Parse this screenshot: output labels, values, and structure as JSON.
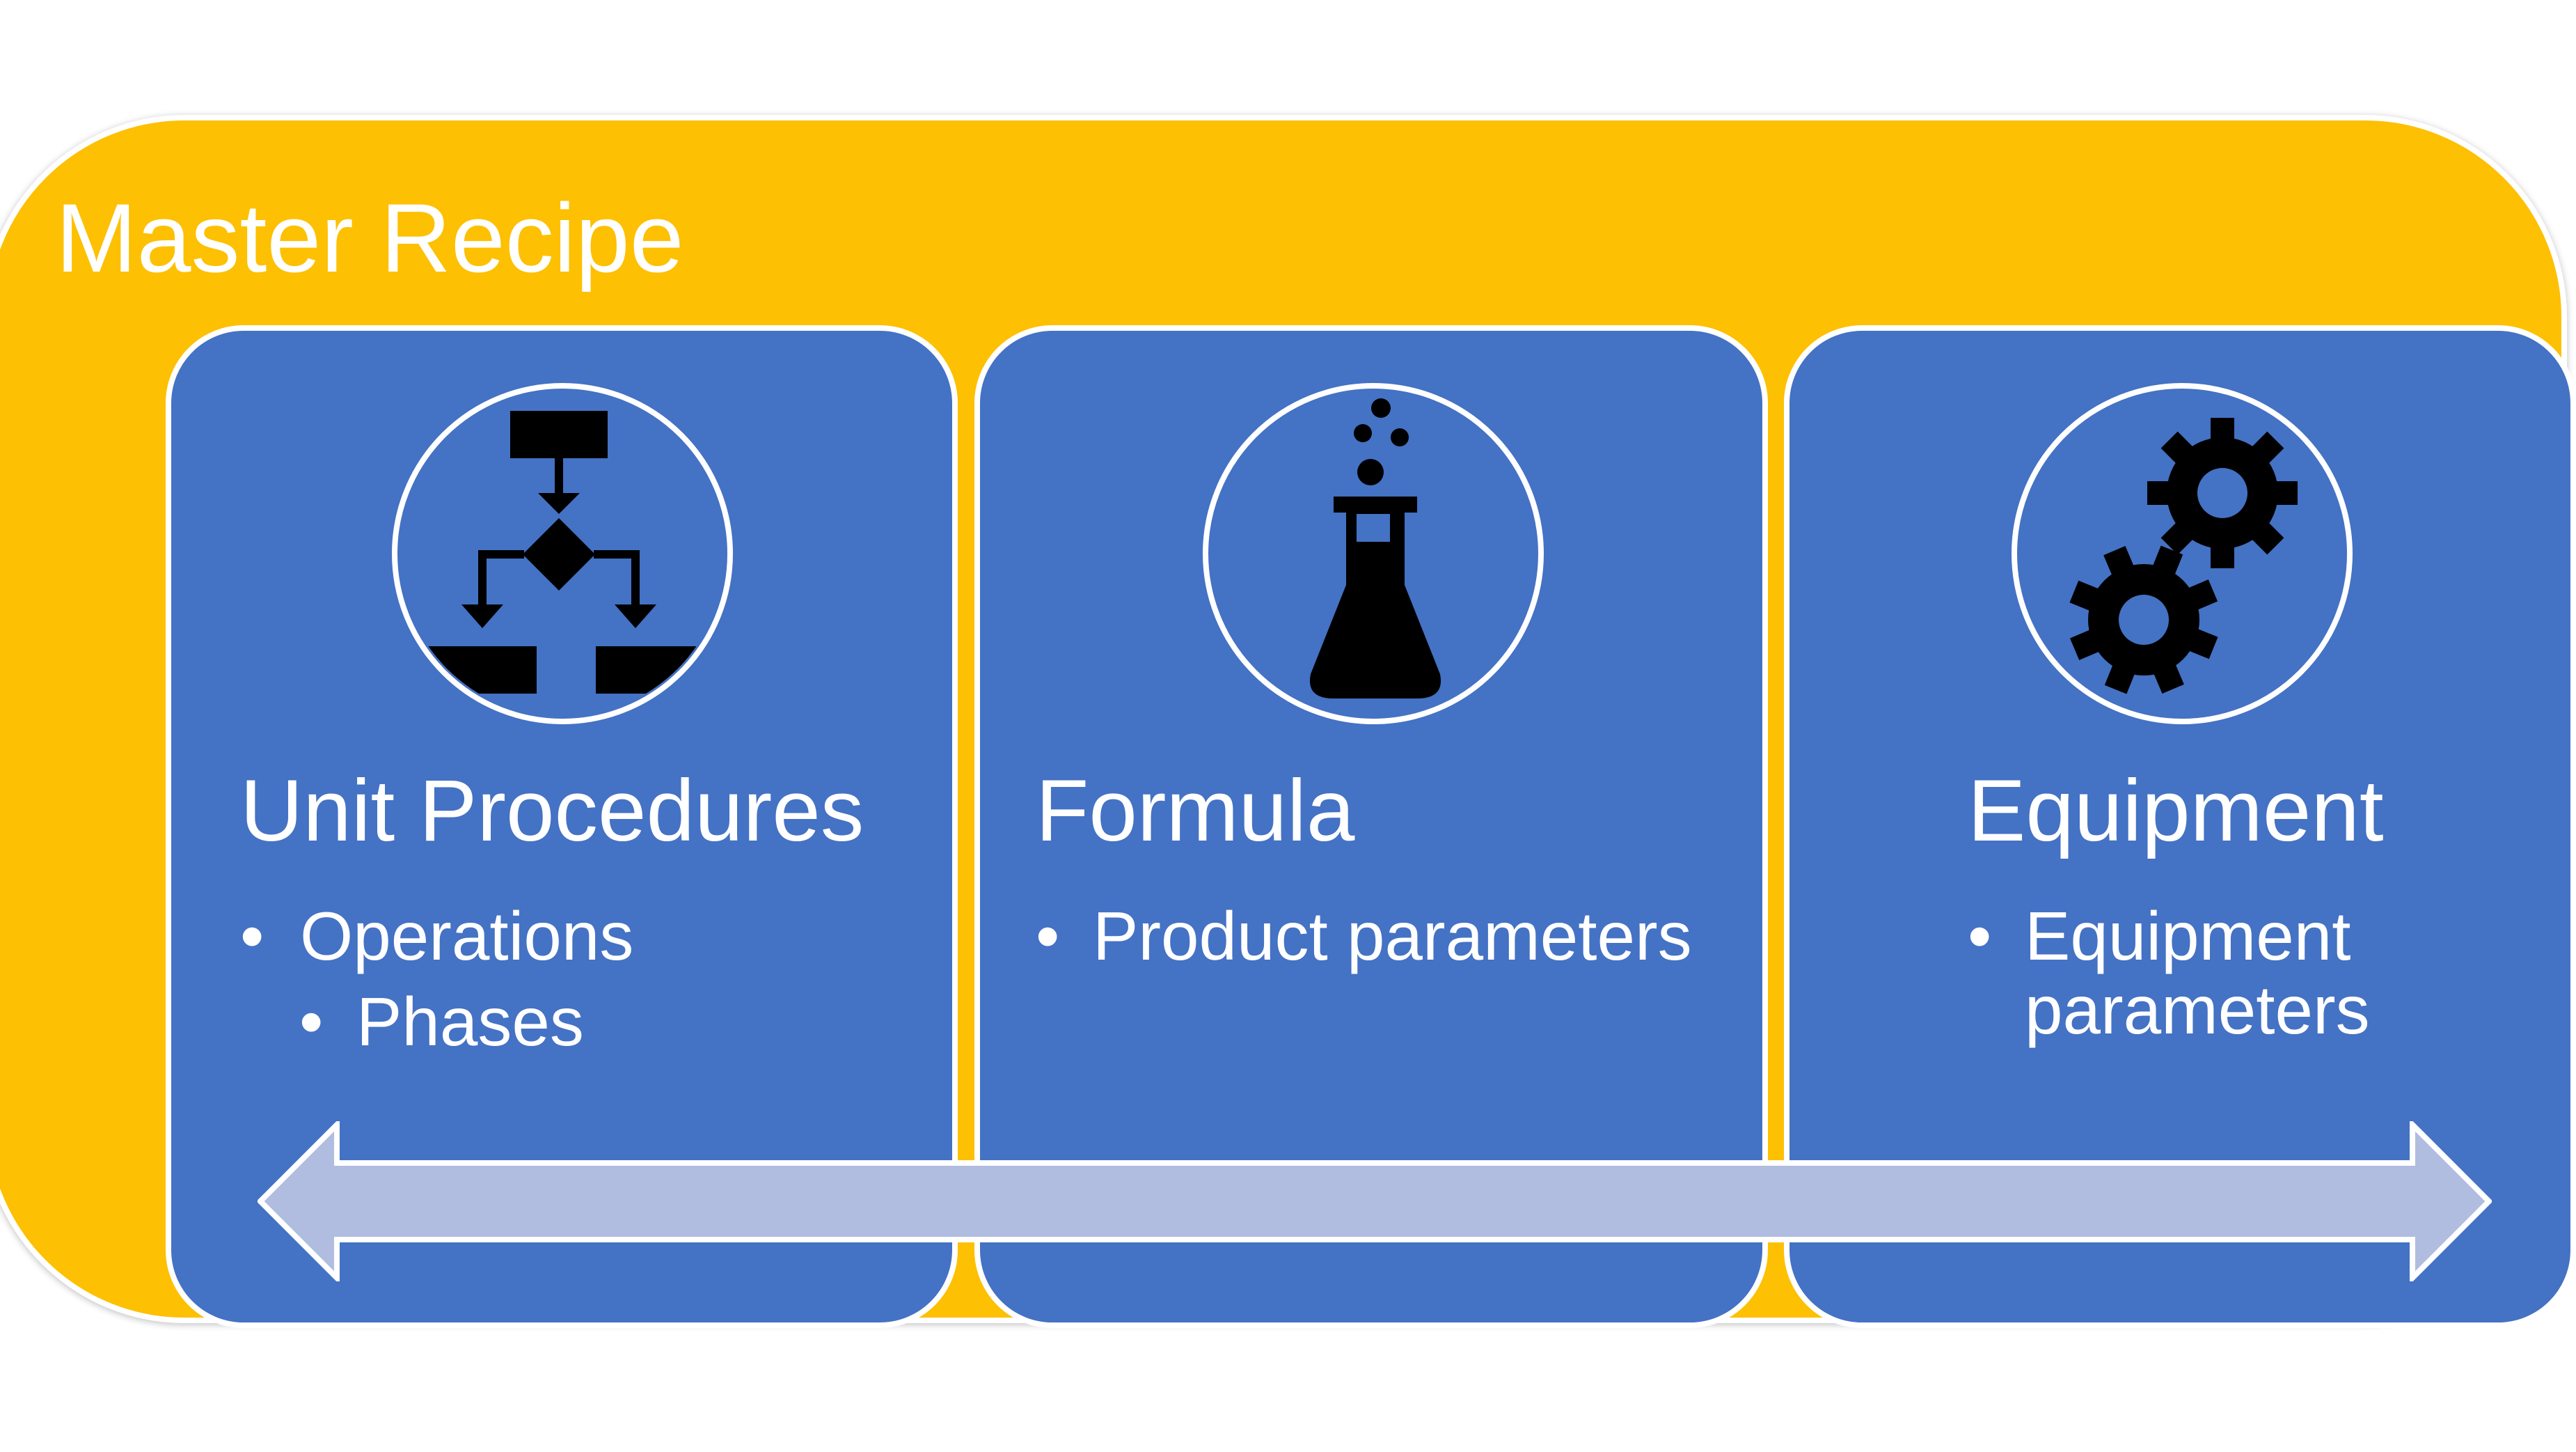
{
  "diagram": {
    "title": "Master Recipe",
    "colors": {
      "outer_fill": "#FDC002",
      "card_fill": "#4472C4",
      "arrow_fill": "#B0BCE0",
      "text": "#FFFFFF"
    },
    "cards": [
      {
        "title": "Unit Procedures",
        "icon": "flowchart-icon",
        "bullets": [
          {
            "text": "Operations",
            "level": 1
          },
          {
            "text": "Phases",
            "level": 2
          }
        ]
      },
      {
        "title": "Formula",
        "icon": "flask-icon",
        "bullets": [
          {
            "text": "Product parameters",
            "level": 1
          }
        ]
      },
      {
        "title": "Equipment",
        "icon": "gears-icon",
        "bullets": [
          {
            "text": "Equipment parameters",
            "level": 1
          }
        ]
      }
    ],
    "connector": "double-arrow"
  }
}
